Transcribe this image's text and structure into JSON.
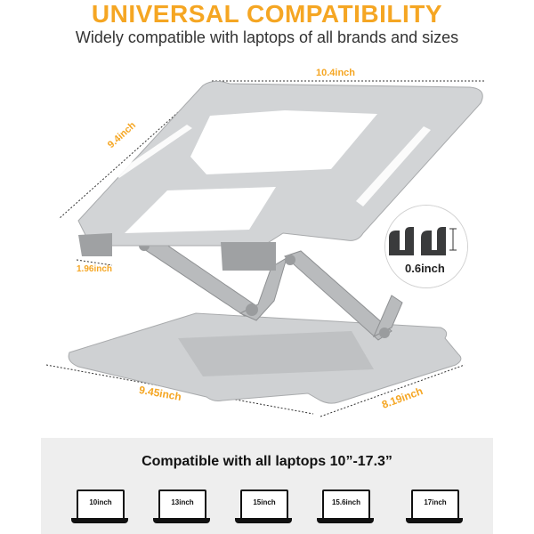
{
  "header": {
    "title": "UNIVERSAL COMPATIBILITY",
    "subtitle": "Widely compatible with laptops of all brands and sizes"
  },
  "dimensions": {
    "width_top": "10.4inch",
    "depth_top": "9.4inch",
    "front_lip": "1.96inch",
    "width_base": "9.45inch",
    "depth_base": "8.19inch",
    "hook_height": "0.6inch"
  },
  "compat": {
    "title": "Compatible with all laptops 10”-17.3”",
    "sizes": [
      "10inch",
      "13inch",
      "15inch",
      "15.6inch",
      "17inch"
    ]
  },
  "colors": {
    "accent": "#f5a623",
    "metal": "#c9cbcd"
  }
}
